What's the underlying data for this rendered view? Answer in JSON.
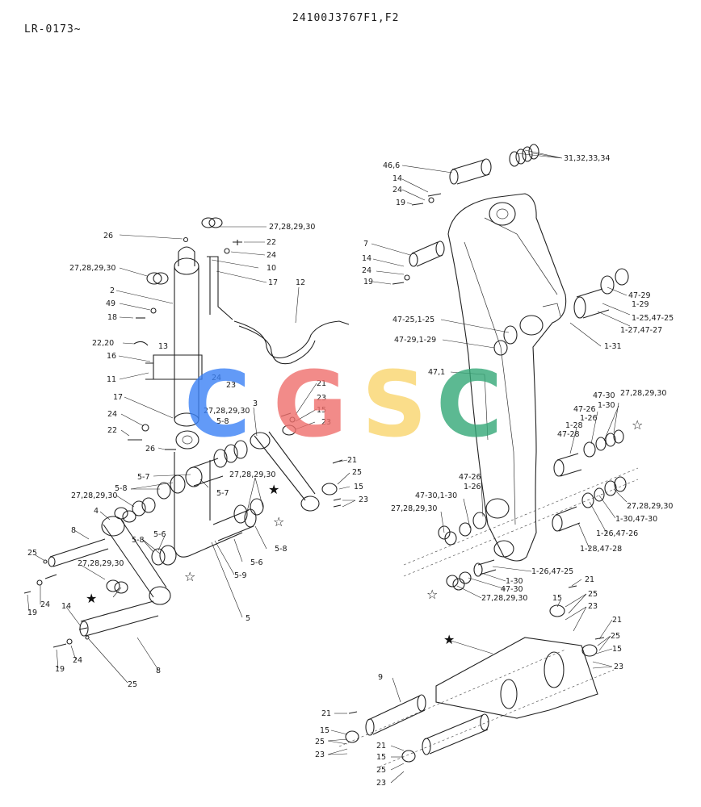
{
  "header": {
    "serial": "LR-0173~",
    "part_number": "24100J3767F1,F2"
  },
  "watermark": {
    "letters": [
      "C",
      "G",
      "S",
      "C"
    ],
    "colors": [
      "#3b82f6",
      "#ef6f6c",
      "#f9d56e",
      "#34a877"
    ]
  },
  "symbols": {
    "filled_star": "★",
    "open_star": "☆"
  },
  "labels": {
    "l_26": "26",
    "l_27_top": "27,28,29,30",
    "l_22a": "22",
    "l_24a": "24",
    "l_10": "10",
    "l_17a": "17",
    "l_27_left": "27,28,29,30",
    "l_12": "12",
    "l_2": "2",
    "l_49": "49",
    "l_18": "18",
    "l_22_20": "22,20",
    "l_13": "13",
    "l_16": "16",
    "l_11": "11",
    "l_24b": "24",
    "l_23a": "23",
    "l_17b": "17",
    "l_27_mid": "27,28,29,30",
    "l_3": "3",
    "l_5_8a": "5-8",
    "l_24c": "24",
    "l_22b": "22",
    "l_26b": "26",
    "l_21a": "21",
    "l_23b": "23",
    "l_15a": "15",
    "l_23c": "23",
    "l_5_7a": "5-7",
    "l_5_8b": "5-8",
    "l_27_28": "27,28,29,30",
    "l_5_7b": "5-7",
    "l_27_c": "27,28,29,30",
    "l_21b": "21",
    "l_25a": "25",
    "l_15b": "15",
    "l_23d": "23",
    "l_8a": "8",
    "l_4": "4",
    "l_5_8c": "5-8",
    "l_5_6a": "5-6",
    "l_5_8d": "5-8",
    "l_5_6b": "5-6",
    "l_5_9": "5-9",
    "l_25b": "25",
    "l_27_d": "27,28,29,30",
    "l_24d": "24",
    "l_19a": "19",
    "l_14a": "14",
    "l_5": "5",
    "l_19b": "19",
    "l_24e": "24",
    "l_8b": "8",
    "l_25c": "25",
    "l_46_6": "46,6",
    "l_14b": "14",
    "l_24f": "24",
    "l_19c": "19",
    "l_31": "31,32,33,34",
    "l_7": "7",
    "l_14c": "14",
    "l_24g": "24",
    "l_19d": "19",
    "l_47_29a": "47-29",
    "l_1_29a": "1-29",
    "l_1_25": "1-25,47-25",
    "l_1_27": "1-27,47-27",
    "l_47_25": "47-25,1-25",
    "l_47_29b": "47-29,1-29",
    "l_1_31": "1-31",
    "l_47_1": "47,1",
    "l_47_30a": "47-30",
    "l_1_30a": "1-30",
    "l_27_e": "27,28,29,30",
    "l_47_26a": "47-26",
    "l_1_26a": "1-26",
    "l_1_28": "1-28",
    "l_47_28": "47-28",
    "l_47_26b": "47-26",
    "l_1_26b": "1-26",
    "l_47_30b": "47-30,1-30",
    "l_27_f": "27,28,29,30",
    "l_27_g": "27,28,29,30",
    "l_1_30b": "1-30,47-30",
    "l_1_26c": "1-26,47-26",
    "l_1_28b": "1-28,47-28",
    "l_1_26d": "1-26,47-25",
    "l_1_30c": "1-30",
    "l_47_30c": "47-30",
    "l_27_h": "27,28,29,30",
    "l_21c": "21",
    "l_15c": "15",
    "l_25d": "25",
    "l_23e": "23",
    "l_21d": "21",
    "l_25e": "25",
    "l_15d": "15",
    "l_23f": "23",
    "l_9": "9",
    "l_21e": "21",
    "l_15e": "15",
    "l_25f": "25",
    "l_23g": "23",
    "l_21f": "21",
    "l_15f": "15",
    "l_25g": "25",
    "l_23h": "23"
  }
}
